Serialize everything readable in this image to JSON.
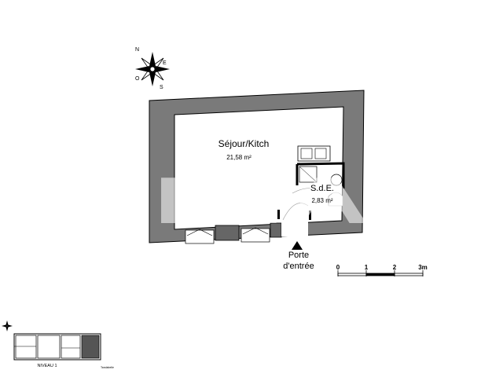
{
  "rooms": {
    "living": {
      "name": "Séjour/Kitch",
      "area": "21,58 m²"
    },
    "bath": {
      "name": "S.d.E.",
      "area": "2,83 m²"
    }
  },
  "entrance": {
    "line1": "Porte",
    "line2": "d'entrée"
  },
  "scale": {
    "ticks": [
      "0",
      "1",
      "2",
      "3m"
    ]
  },
  "compass": {
    "n": "N",
    "e": "E",
    "s": "S",
    "o": "O"
  },
  "keymap": {
    "level": "NIVEAU 1",
    "note": "Tandabelle"
  },
  "watermark": "IMA",
  "colors": {
    "wall": "#7a7a7a",
    "wall_dark": "#666666",
    "line": "#000000"
  }
}
